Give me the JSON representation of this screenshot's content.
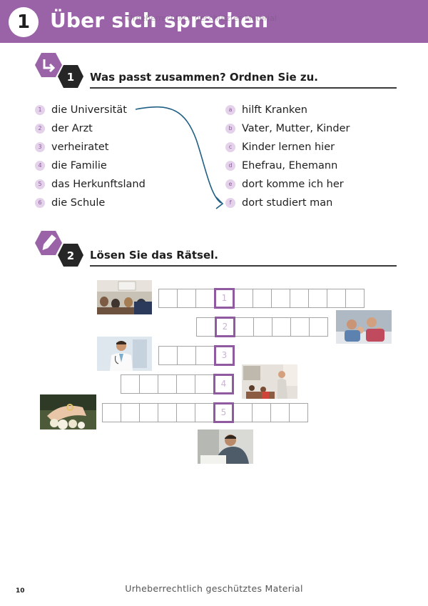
{
  "header": {
    "number": "1",
    "title": "Über sich sprechen",
    "watermark": "Urheberrechtlich geschütztes Material"
  },
  "exercise1": {
    "number": "1",
    "title": "Was passt zusammen? Ordnen Sie zu.",
    "left": [
      {
        "marker": "1",
        "text": "die Universität"
      },
      {
        "marker": "2",
        "text": "der Arzt"
      },
      {
        "marker": "3",
        "text": "verheiratet"
      },
      {
        "marker": "4",
        "text": "die Familie"
      },
      {
        "marker": "5",
        "text": "das Herkunftsland"
      },
      {
        "marker": "6",
        "text": "die Schule"
      }
    ],
    "right": [
      {
        "marker": "a",
        "text": "hilft Kranken"
      },
      {
        "marker": "b",
        "text": "Vater, Mutter, Kinder"
      },
      {
        "marker": "c",
        "text": "Kinder lernen hier"
      },
      {
        "marker": "d",
        "text": "Ehefrau, Ehemann"
      },
      {
        "marker": "e",
        "text": "dort komme ich her"
      },
      {
        "marker": "f",
        "text": "dort studiert man"
      }
    ]
  },
  "exercise2": {
    "number": "2",
    "title": "Lösen Sie das Rätsel.",
    "rows": [
      {
        "number": "1",
        "cells_before": 3,
        "cells_after": 7
      },
      {
        "number": "2",
        "cells_before": 1,
        "cells_after": 5
      },
      {
        "number": "3",
        "cells_before": 3,
        "cells_after": 0
      },
      {
        "number": "4",
        "cells_before": 5,
        "cells_after": 0
      },
      {
        "number": "5",
        "cells_before": 6,
        "cells_after": 4
      }
    ],
    "photos": [
      "lecture-hall",
      "family",
      "doctor",
      "classroom",
      "wedding-rings",
      "student-studying"
    ]
  },
  "page_number": "10",
  "footer": "Urheberrechtlich geschütztes Material",
  "colors": {
    "accent": "#9a63a8",
    "dark_hex": "#262626",
    "key_border": "#8f5aa0",
    "arrow": "#1f5f84"
  }
}
